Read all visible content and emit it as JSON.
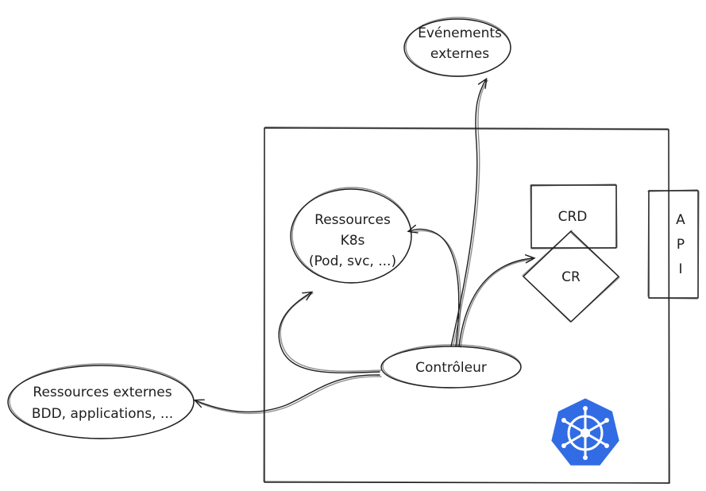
{
  "colors": {
    "ink": "#1e1e1e",
    "external_fill": "#f5dd9a",
    "k8s_fill": "#c5d0ec",
    "kubernetes_logo": "#326ce5"
  },
  "nodes": {
    "external_events": {
      "lines": [
        "Événements",
        "externes"
      ]
    },
    "k8s_resources": {
      "lines": [
        "Ressources",
        "K8s",
        "(Pod, svc, ...)"
      ]
    },
    "crd": {
      "label": "CRD"
    },
    "cr": {
      "label": "CR"
    },
    "api": {
      "letters": [
        "A",
        "P",
        "I"
      ]
    },
    "controller": {
      "label": "Contrôleur"
    },
    "external_resources": {
      "lines": [
        "Ressources externes",
        "BDD, applications, ..."
      ]
    }
  },
  "icons": {
    "logo": "kubernetes-helm-icon"
  }
}
